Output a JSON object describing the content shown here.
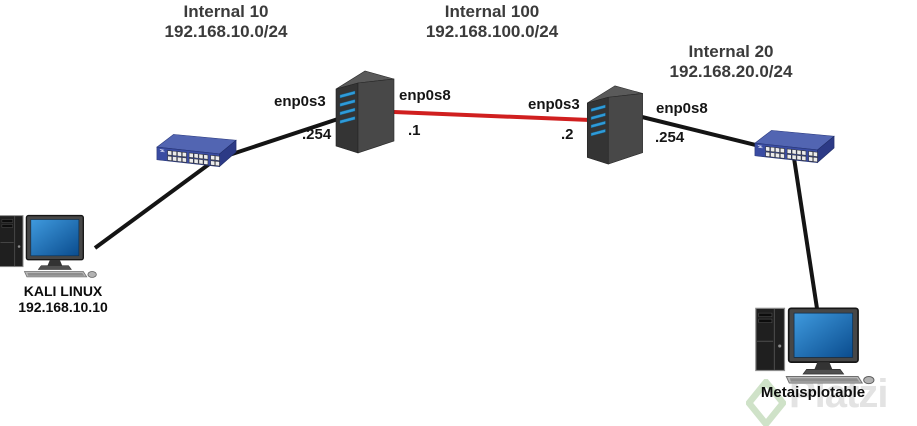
{
  "diagram": {
    "networks": [
      {
        "name": "Internal 10",
        "cidr": "192.168.10.0/24"
      },
      {
        "name": "Internal 100",
        "cidr": "192.168.100.0/24"
      },
      {
        "name": "Internal 20",
        "cidr": "192.168.20.0/24"
      }
    ],
    "routers": [
      {
        "id": "router-1",
        "left_if": {
          "name": "enp0s3",
          "host": ".254"
        },
        "right_if": {
          "name": "enp0s8",
          "host": ".1"
        }
      },
      {
        "id": "router-2",
        "left_if": {
          "name": "enp0s3",
          "host": ".2"
        },
        "right_if": {
          "name": "enp0s8",
          "host": ".254"
        }
      }
    ],
    "hosts": {
      "attacker": {
        "name": "KALI LINUX",
        "ip": "192.168.10.10"
      },
      "target": {
        "name": "Metaisplotable"
      }
    },
    "devices": [
      {
        "id": "kali-workstation",
        "type": "desktop-pc"
      },
      {
        "id": "switch-internal-10",
        "type": "ethernet-switch"
      },
      {
        "id": "router-1",
        "type": "server-router"
      },
      {
        "id": "router-2",
        "type": "server-router"
      },
      {
        "id": "switch-internal-20",
        "type": "ethernet-switch"
      },
      {
        "id": "metasploitable-workstation",
        "type": "desktop-pc"
      }
    ],
    "colors": {
      "link": "#141414",
      "highlight_link": "#d01f1f"
    },
    "watermark": {
      "brand": "Platzi"
    }
  }
}
